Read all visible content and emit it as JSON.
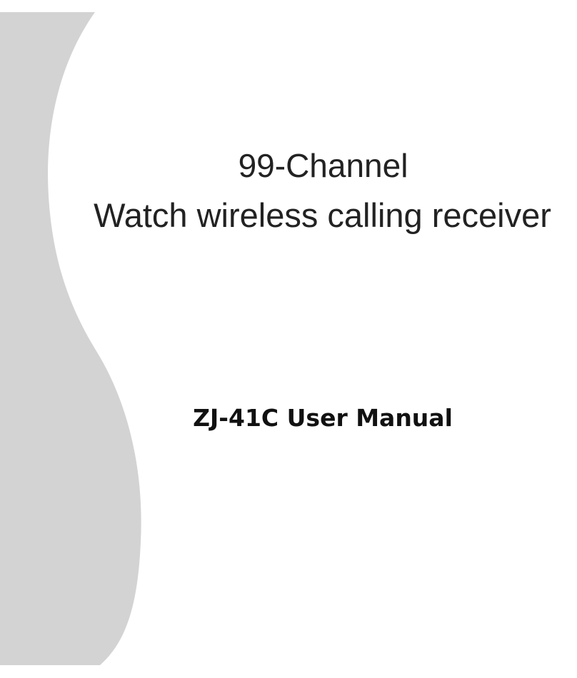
{
  "cover": {
    "title_line_1": "99-Channel",
    "title_line_2": "Watch wireless calling receiver",
    "manual_title": "ZJ-41C User Manual"
  },
  "colors": {
    "background": "#ffffff",
    "side_shape": "#d3d3d3",
    "text": "#222222"
  }
}
